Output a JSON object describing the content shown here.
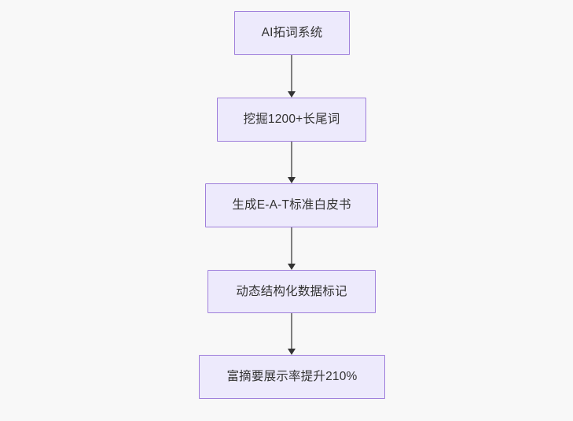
{
  "diagram": {
    "type": "flowchart",
    "direction": "top-to-bottom",
    "background_color": "#f8f8f8",
    "node_fill_color": "#edeafc",
    "node_border_color": "#9f7fdb",
    "node_text_color": "#333333",
    "edge_line_color": "#7f7f7f",
    "edge_arrow_color": "#333333",
    "nodes": [
      {
        "id": "node-1",
        "label": "AI拓词系统"
      },
      {
        "id": "node-2",
        "label": "挖掘1200+长尾词"
      },
      {
        "id": "node-3",
        "label": "生成E-A-T标准白皮书"
      },
      {
        "id": "node-4",
        "label": "动态结构化数据标记"
      },
      {
        "id": "node-5",
        "label": "富摘要展示率提升210%"
      }
    ],
    "edges": [
      {
        "id": "conn-1",
        "from": "node-1",
        "to": "node-2",
        "label": ""
      },
      {
        "id": "conn-2",
        "from": "node-2",
        "to": "node-3",
        "label": ""
      },
      {
        "id": "conn-3",
        "from": "node-3",
        "to": "node-4",
        "label": ""
      },
      {
        "id": "conn-4",
        "from": "node-4",
        "to": "node-5",
        "label": ""
      }
    ]
  }
}
